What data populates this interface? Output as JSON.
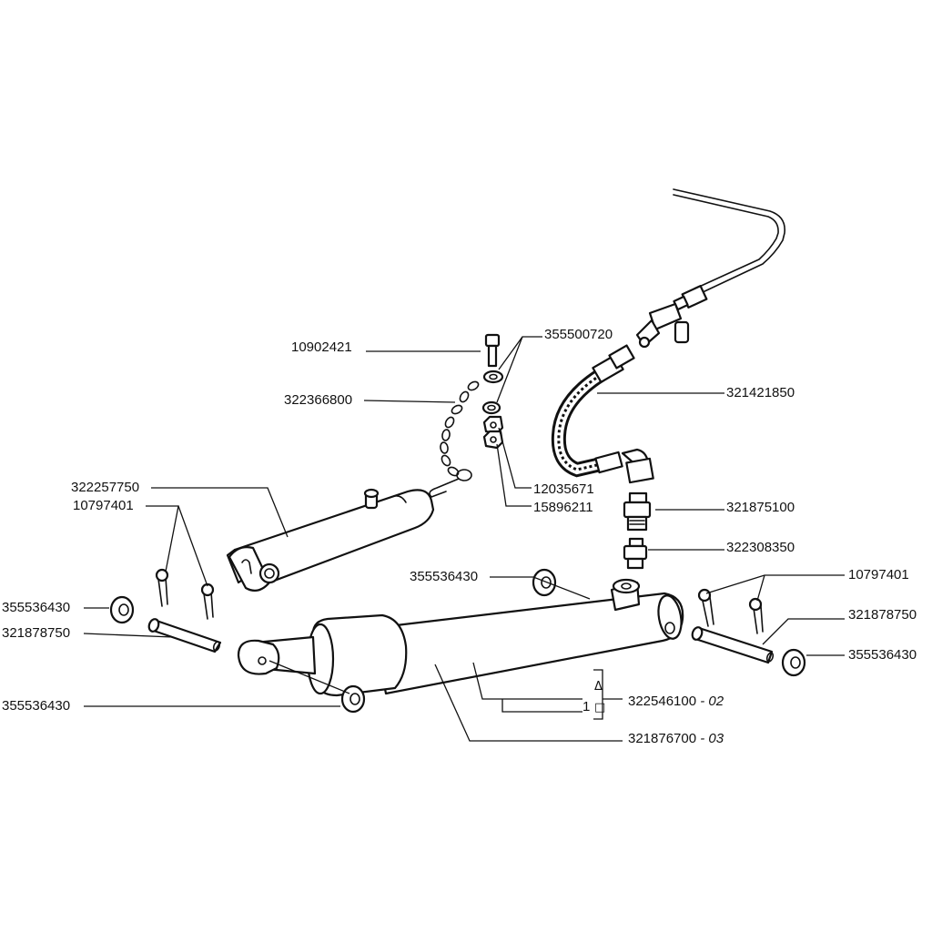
{
  "labels": {
    "bolt": "10902421",
    "washers": "355500720",
    "chain": "322366800",
    "hose": "321421850",
    "nut_a": "12035671",
    "nut_b": "15896211",
    "clevis": "322257750",
    "cotter_left": "10797401",
    "adapter": "321875100",
    "valve": "322308350",
    "washer_top": "355536430",
    "cotter_right": "10797401",
    "washer_left": "355536430",
    "pin_left": "321878750",
    "pin_right": "321878750",
    "washer_right": "355536430",
    "washer_bottom": "355536430",
    "kit_number": "322546100",
    "kit_suffix": "- 02",
    "cylinder_number": "321876700",
    "cylinder_suffix": "- 03",
    "kit_qty": "1",
    "kit_symbol_triangle": "Δ",
    "kit_symbol_square": "□"
  }
}
